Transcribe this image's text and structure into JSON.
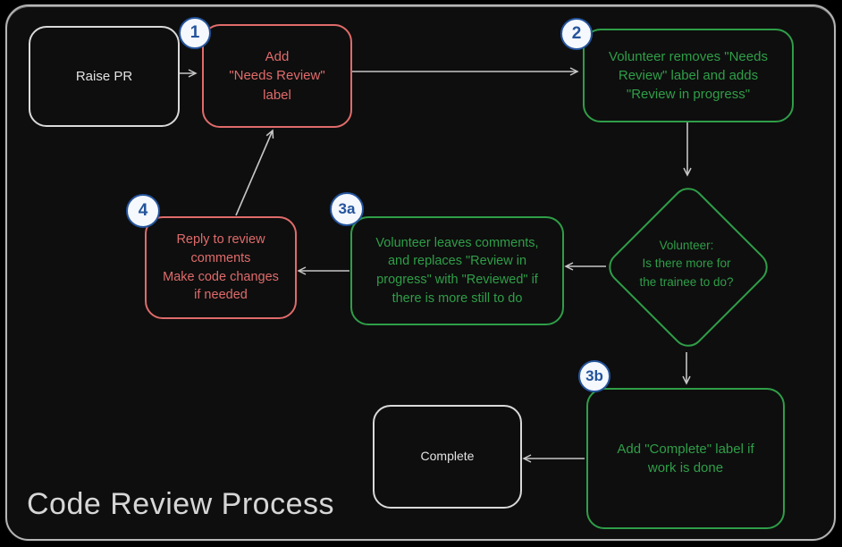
{
  "title": "Code Review Process",
  "colors": {
    "page-bg": "#000000",
    "canvas-bg": "#0e0e0e",
    "frame-border": "#b5b5b5",
    "red": "#e06b6b",
    "green": "#2f9e48",
    "neutral": "#d9d9d9",
    "arrow": "#c6c6c6",
    "badge-blue": "#24549c",
    "badge-bg": "#f5f8fd",
    "title-color": "#d6d6d6"
  },
  "nodes": {
    "raise_pr": {
      "text": "Raise PR"
    },
    "step1": {
      "text": "Add\n\"Needs Review\"\nlabel"
    },
    "step2": {
      "text": "Volunteer removes \"Needs\nReview\" label and adds\n\"Review in progress\""
    },
    "decision": {
      "text": "Volunteer:\nIs there more for\nthe trainee to do?"
    },
    "step3a": {
      "text": "Volunteer leaves comments,\nand replaces \"Review in\nprogress\" with \"Reviewed\" if\nthere is more still to do"
    },
    "step4": {
      "text": "Reply to review\ncomments\nMake code changes\nif needed"
    },
    "step3b": {
      "text": "Add \"Complete\" label if\nwork is done"
    },
    "complete": {
      "text": "Complete"
    }
  },
  "badges": {
    "b1": "1",
    "b2": "2",
    "b3a": "3a",
    "b4": "4",
    "b3b": "3b"
  }
}
